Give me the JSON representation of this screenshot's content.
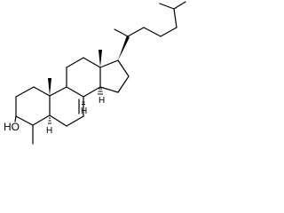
{
  "molecule": {
    "hydroxyl_label": "HO",
    "stereo_h_labels": [
      "H",
      "H",
      "H"
    ]
  }
}
